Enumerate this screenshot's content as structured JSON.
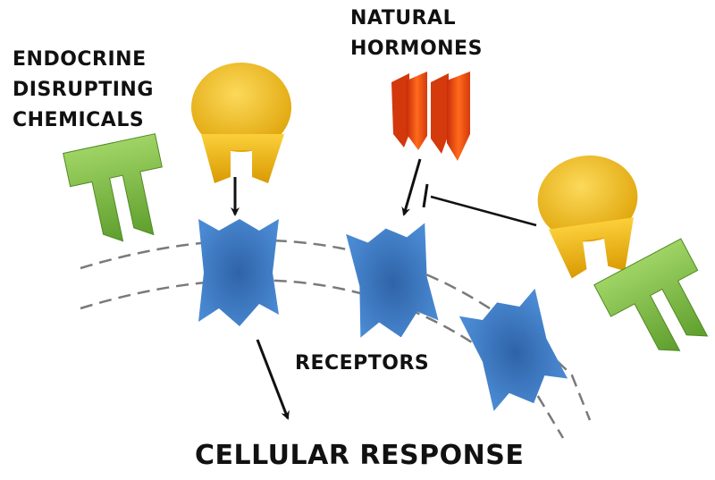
{
  "labels": {
    "edc_line1": "ENDOCRINE",
    "edc_line2": "DISRUPTING",
    "edc_line3": "CHEMICALS",
    "natural_line1": "NATURAL",
    "natural_line2": "HORMONES",
    "receptors": "RECEPTORS",
    "cellular_response": "CELLULAR RESPONSE"
  },
  "colors": {
    "edc_yellow": "#f2b705",
    "edc_green": "#7dc242",
    "hormone_red": "#f04a14",
    "receptor_blue": "#3a78c3",
    "membrane": "#777777",
    "arrow": "#111111"
  }
}
